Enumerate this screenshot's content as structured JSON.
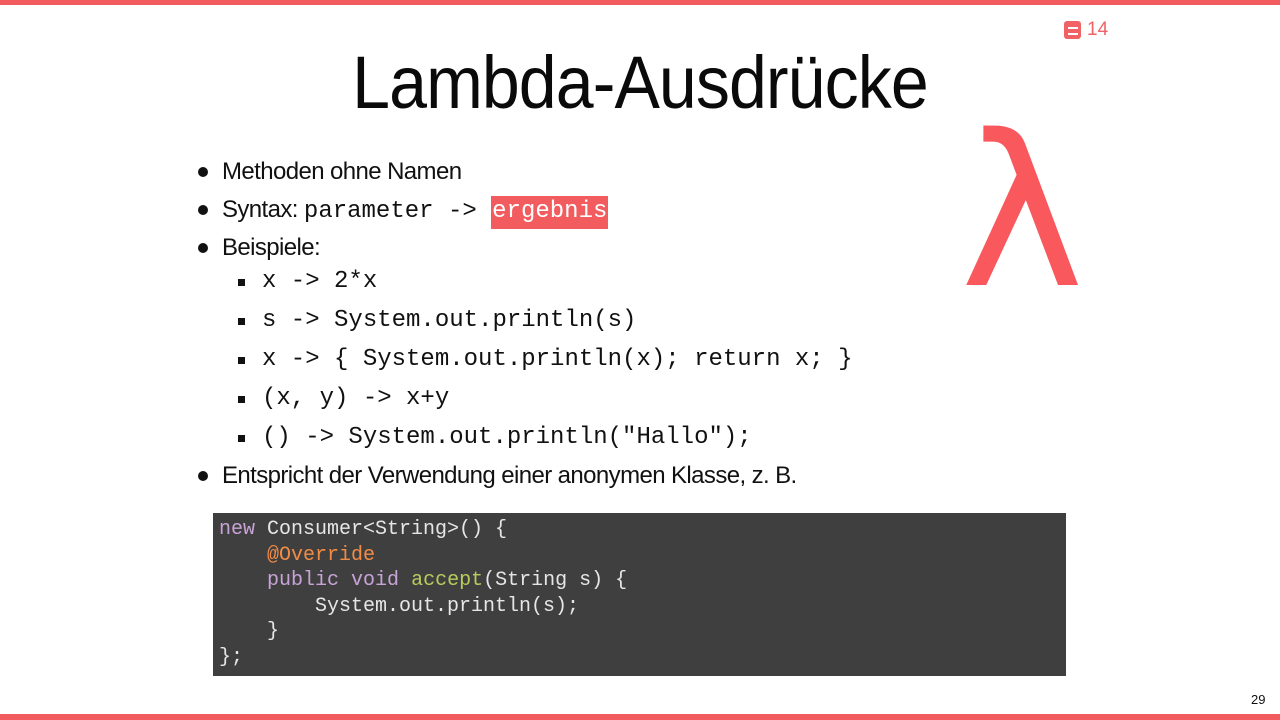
{
  "slide": {
    "title": "Lambda-Ausdrücke",
    "counter": {
      "icon": "book-icon",
      "value": "14"
    },
    "lambda_symbol": "λ",
    "page_number": "29",
    "accent_color": "#f25c5f",
    "bullets": [
      {
        "text": "Methoden ohne Namen"
      },
      {
        "label": "Syntax: ",
        "code": "parameter -> ",
        "highlight": "ergebnis"
      },
      {
        "text": "Beispiele:"
      }
    ],
    "examples": [
      "x -> 2*x",
      "s -> System.out.println(s)",
      "x -> { System.out.println(x); return x; }",
      "(x, y) -> x+y",
      "() -> System.out.println(\"Hallo\");"
    ],
    "last_bullet": "Entspricht der Verwendung einer anonymen Klasse, z. B.",
    "code": {
      "line1": {
        "kw": "new",
        "rest": " Consumer<String>() {"
      },
      "line2": {
        "indent": "    ",
        "ann": "@Override"
      },
      "line3": {
        "indent": "    ",
        "kw": "public void",
        "sp": " ",
        "fn": "accept",
        "rest": "(String s) {"
      },
      "line4": {
        "text": "        System.out.println(s);"
      },
      "line5": {
        "text": "    }"
      },
      "line6": {
        "text": "};"
      }
    }
  }
}
